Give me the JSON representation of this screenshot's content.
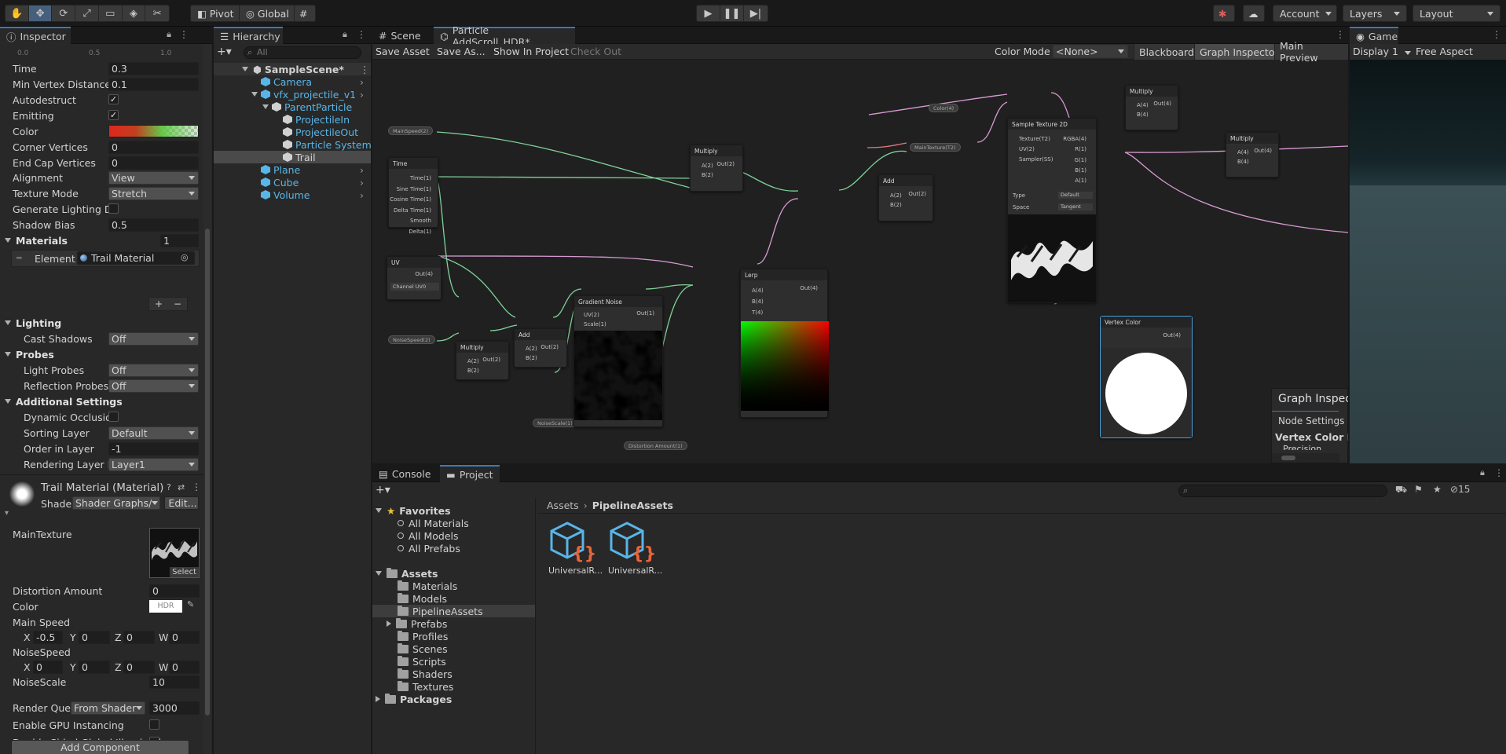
{
  "toolbar": {
    "pivot": "Pivot",
    "global": "Global",
    "account": "Account",
    "layers": "Layers",
    "layout": "Layout"
  },
  "inspector": {
    "tab": "Inspector",
    "ruler": [
      "0.0",
      "0.5",
      "1.0"
    ],
    "props": [
      {
        "label": "Time",
        "value": "0.3"
      },
      {
        "label": "Min Vertex Distance",
        "value": "0.1"
      },
      {
        "label": "Autodestruct",
        "check": "✓"
      },
      {
        "label": "Emitting",
        "check": "✓"
      },
      {
        "label": "Color",
        "gradient": true
      },
      {
        "label": "Corner Vertices",
        "value": "0"
      },
      {
        "label": "End Cap Vertices",
        "value": "0"
      },
      {
        "label": "Alignment",
        "popup": "View"
      },
      {
        "label": "Texture Mode",
        "popup": "Stretch"
      },
      {
        "label": "Generate Lighting Da",
        "check": ""
      },
      {
        "label": "Shadow Bias",
        "value": "0.5"
      }
    ],
    "materials_label": "Materials",
    "materials_count": "1",
    "element_label": "Element",
    "element_value": "Trail Material",
    "lighting_label": "Lighting",
    "cast_shadows_label": "Cast Shadows",
    "cast_shadows_value": "Off",
    "probes_label": "Probes",
    "light_probes_label": "Light Probes",
    "light_probes_value": "Off",
    "reflection_probes_label": "Reflection Probes",
    "reflection_probes_value": "Off",
    "additional_label": "Additional Settings",
    "dynamic_occlusion_label": "Dynamic Occlusion",
    "sorting_layer_label": "Sorting Layer",
    "sorting_layer_value": "Default",
    "order_label": "Order in Layer",
    "order_value": "-1",
    "rendering_mask_label": "Rendering Layer M",
    "rendering_mask_value": "Layer1",
    "material_title": "Trail Material (Material)",
    "shader_label": "Shader",
    "shader_value": "Shader Graphs/",
    "edit_label": "Edit...",
    "main_texture_label": "MainTexture",
    "select_label": "Select",
    "distortion_label": "Distortion Amount",
    "distortion_value": "0",
    "color_label": "Color",
    "hdr_label": "HDR",
    "main_speed_label": "Main Speed",
    "main_speed": {
      "x": "-0.5",
      "y": "0",
      "z": "0",
      "w": "0"
    },
    "noise_speed_label": "NoiseSpeed",
    "noise_speed": {
      "x": "0",
      "y": "0",
      "z": "0",
      "w": "0"
    },
    "axis": {
      "x": "X",
      "y": "Y",
      "z": "Z",
      "w": "W"
    },
    "noise_scale_label": "NoiseScale",
    "noise_scale_value": "10",
    "render_queue_label": "Render Queu",
    "render_queue_popup": "From Shader",
    "render_queue_value": "3000",
    "gpu_instancing_label": "Enable GPU Instancing",
    "double_sided_label": "Double Sided Global Illuminatio",
    "add_component_label": "Add Component"
  },
  "hierarchy": {
    "tab": "Hierarchy",
    "search_placeholder": "All",
    "items": [
      {
        "label": "SampleScene*"
      },
      {
        "label": "Camera"
      },
      {
        "label": "vfx_projectile_v1"
      },
      {
        "label": "ParentParticle"
      },
      {
        "label": "ProjectileIn"
      },
      {
        "label": "ProjectileOut"
      },
      {
        "label": "Particle System"
      },
      {
        "label": "Trail"
      },
      {
        "label": "Plane"
      },
      {
        "label": "Cube"
      },
      {
        "label": "Volume"
      }
    ]
  },
  "graph": {
    "tab_scene": "Scene",
    "tab_graph": "Particle AddScroll_HDR*",
    "save_asset": "Save Asset",
    "save_as": "Save As...",
    "show_in_project": "Show In Project",
    "check_out": "Check Out",
    "color_mode_label": "Color Mode",
    "color_mode_value": "<None>",
    "blackboard": "Blackboard",
    "graph_inspector": "Graph Inspector",
    "main_preview": "Main Preview",
    "nodes": {
      "time": {
        "title": "Time",
        "ports": [
          "Time(1)",
          "Sine Time(1)",
          "Cosine Time(1)",
          "Delta Time(1)",
          "Smooth Delta(1)"
        ]
      },
      "uv": {
        "title": "UV",
        "out": "Out(4)",
        "channel_label": "Channel",
        "channel_value": "UV0"
      },
      "multiply1": {
        "title": "Multiply",
        "a": "A(2)",
        "b": "B(2)",
        "out": "Out(2)"
      },
      "add1": {
        "title": "Add",
        "a": "A(2)",
        "b": "B(2)",
        "out": "Out(2)"
      },
      "gradient_noise": {
        "title": "Gradient Noise",
        "uv": "UV(2)",
        "scale": "Scale(1)",
        "out": "Out(1)"
      },
      "multiply2": {
        "title": "Multiply",
        "a": "A(2)",
        "b": "B(2)",
        "out": "Out(2)"
      },
      "lerp": {
        "title": "Lerp",
        "a": "A(4)",
        "b": "B(4)",
        "t": "T(4)",
        "out": "Out(4)"
      },
      "add2": {
        "title": "Add",
        "a": "A(2)",
        "b": "B(2)",
        "out": "Out(2)"
      },
      "sample_texture": {
        "title": "Sample Texture 2D",
        "tex": "Texture(T2)",
        "uv": "UV(2)",
        "sampler": "Sampler(SS)",
        "outs": [
          "RGBA(4)",
          "R(1)",
          "G(1)",
          "B(1)",
          "A(1)"
        ],
        "type_label": "Type",
        "type_value": "Default",
        "space_label": "Space",
        "space_value": "Tangent"
      },
      "multiply3": {
        "title": "Multiply",
        "a": "A(4)",
        "b": "B(4)",
        "out": "Out(4)"
      },
      "multiply4": {
        "title": "Multiply",
        "a": "A(4)",
        "b": "B(4)",
        "out": "Out(4)"
      },
      "vertex_color": {
        "title": "Vertex Color",
        "out": "Out(4)"
      }
    },
    "properties": {
      "main_speed": "MainSpeed(2)",
      "noise_speed": "NoiseSpeed(2)",
      "noise_scale": "NoiseScale(1)",
      "distortion": "Distortion Amount(1)",
      "color": "Color(4)",
      "main_texture": "MainTexture(T2)"
    },
    "graph_inspector_panel": {
      "title": "Graph Inspec",
      "tab": "Node Settings",
      "heading": "Vertex Color I",
      "sub": "Precision"
    }
  },
  "game": {
    "tab": "Game",
    "display": "Display 1",
    "aspect": "Free Aspect"
  },
  "project": {
    "tab_console": "Console",
    "tab_project": "Project",
    "badge": "15",
    "breadcrumb": [
      "Assets",
      "PipelineAssets"
    ],
    "favorites_label": "Favorites",
    "favorites": [
      "All Materials",
      "All Models",
      "All Prefabs"
    ],
    "assets_label": "Assets",
    "folders": [
      "Materials",
      "Models",
      "PipelineAssets",
      "Prefabs",
      "Profiles",
      "Scenes",
      "Scripts",
      "Shaders",
      "Textures"
    ],
    "packages_label": "Packages",
    "files": [
      "UniversalR...",
      "UniversalR..."
    ]
  },
  "colors": {
    "accent": "#3a79bb",
    "selection": "#2c5d87",
    "hier_blue": "#59b5e7",
    "edge_green": "#7fd39a",
    "edge_pink": "#d79bd3"
  }
}
